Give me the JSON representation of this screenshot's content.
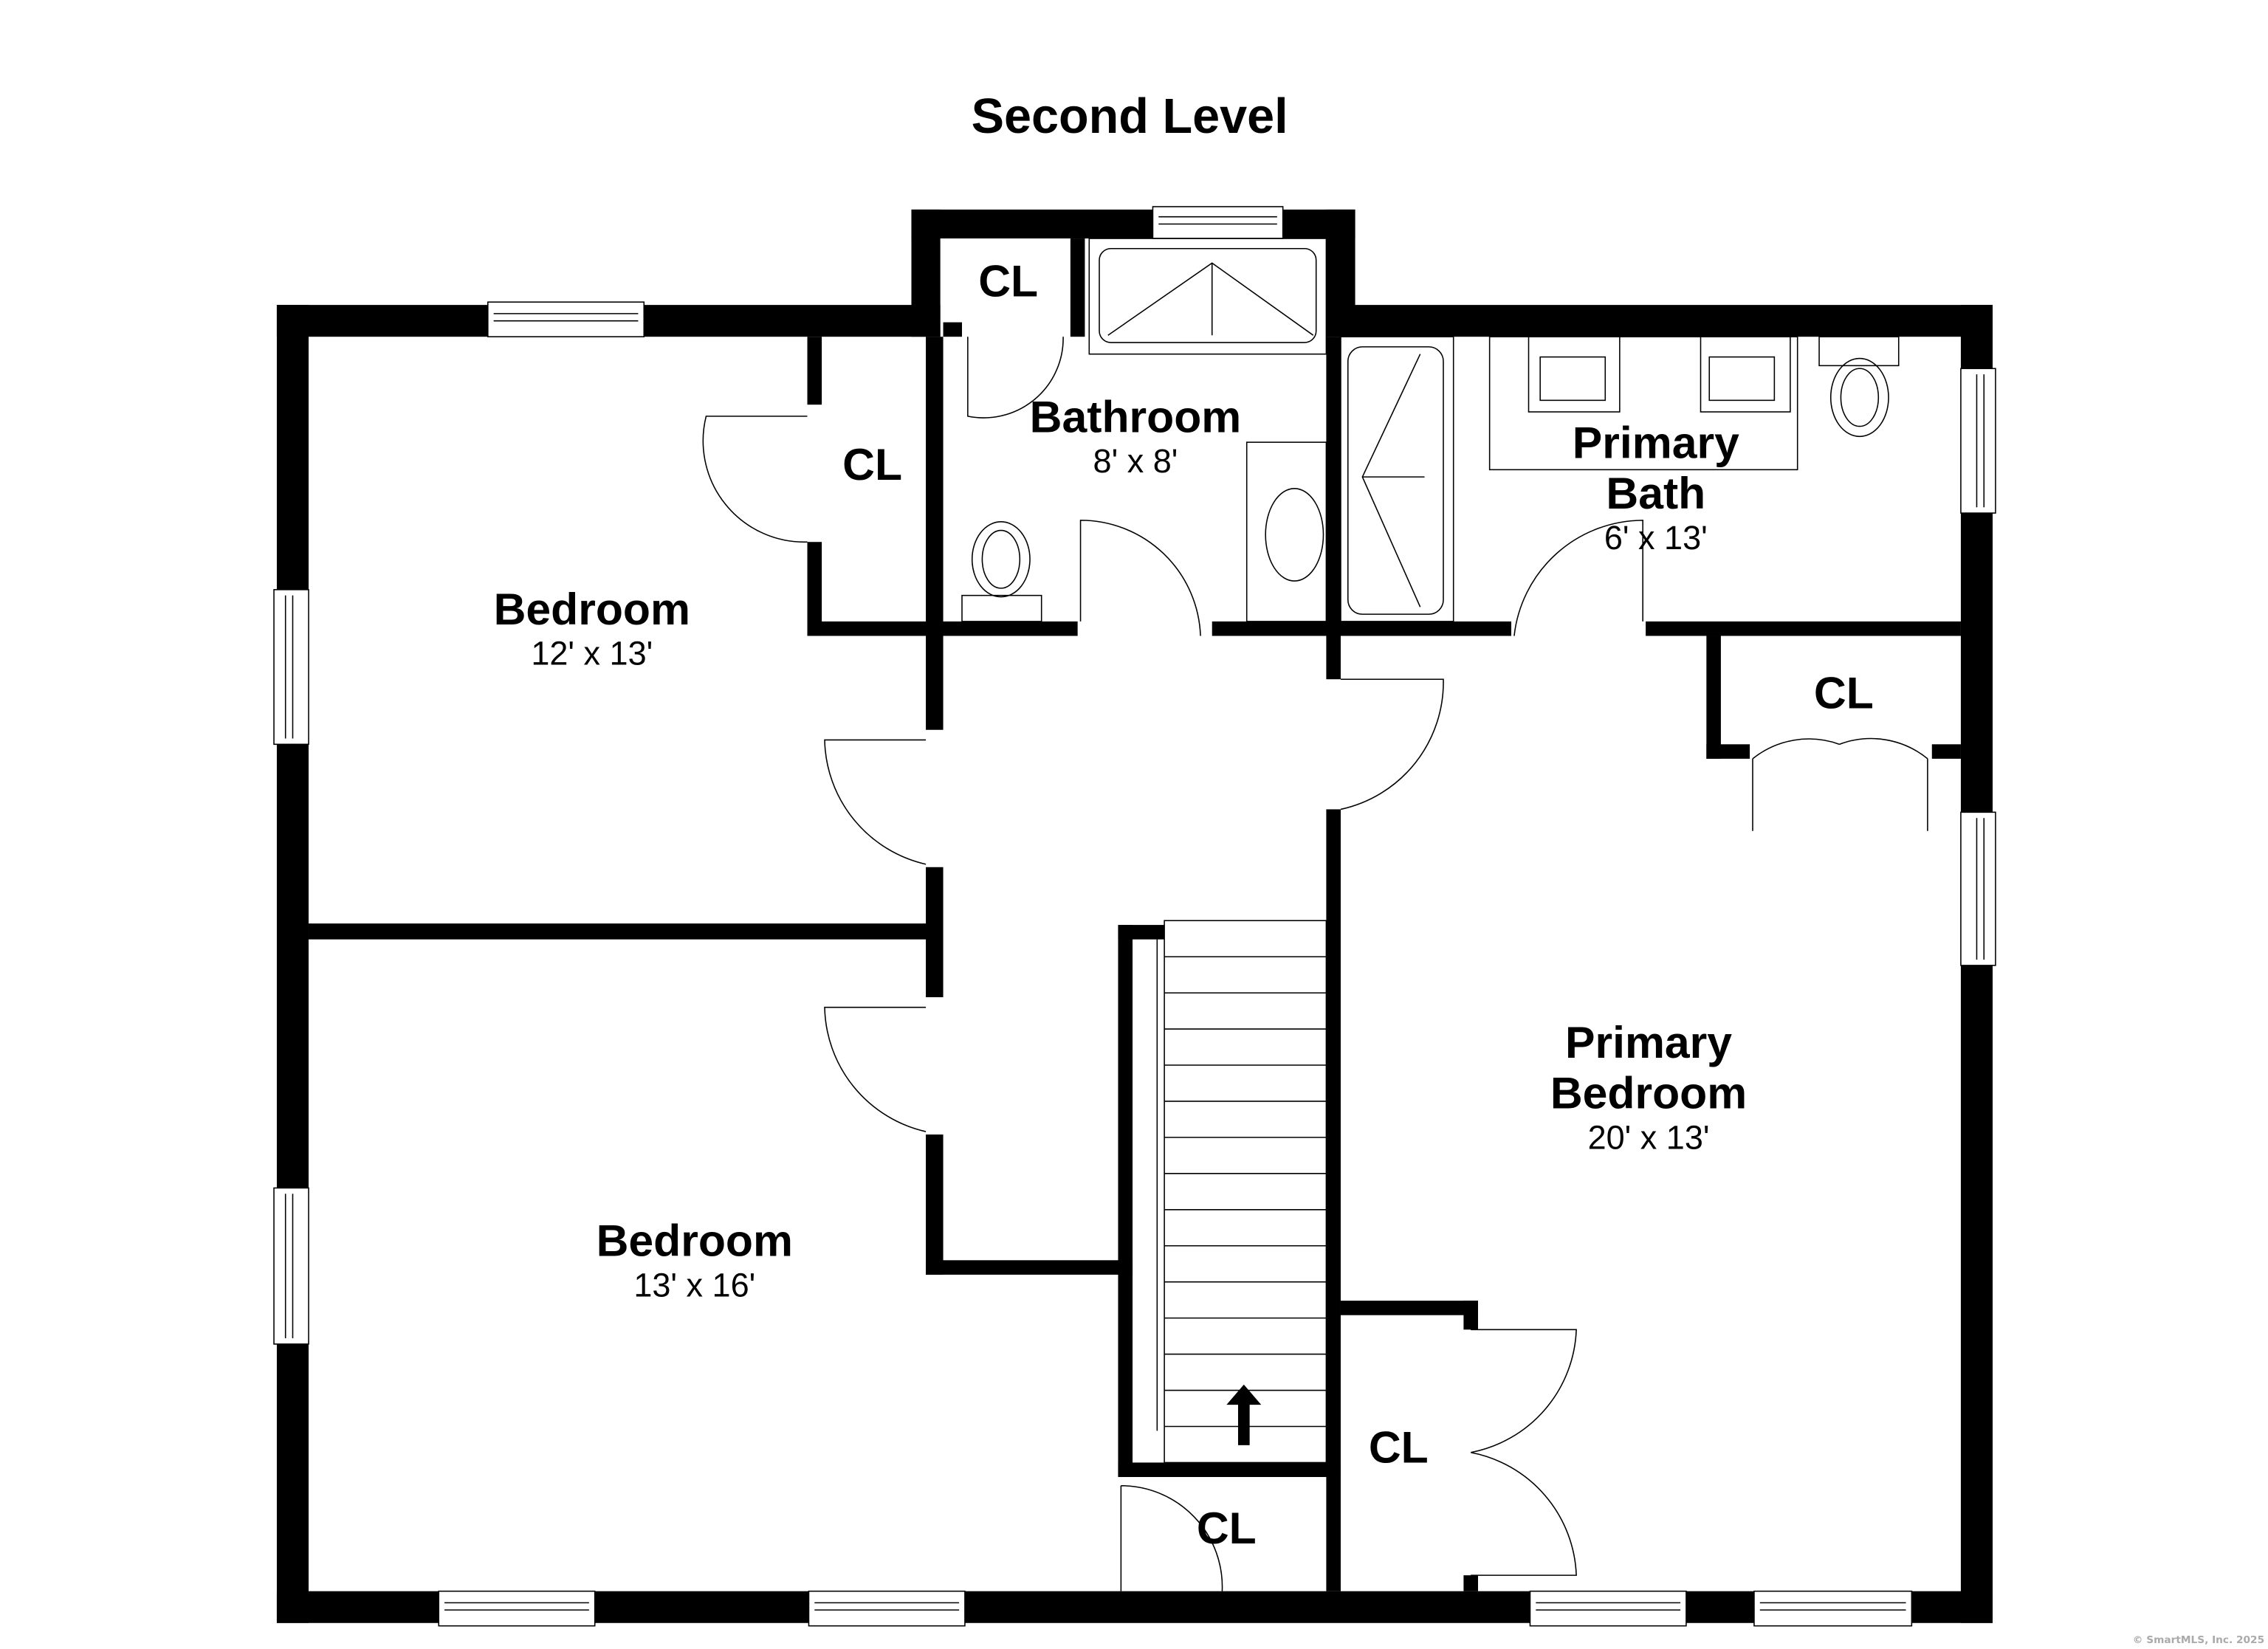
{
  "title": "Second Level",
  "rooms": {
    "bedroom_1": {
      "name": "Bedroom",
      "dims": "12' x 13'"
    },
    "bedroom_2": {
      "name": "Bedroom",
      "dims": "13' x 16'"
    },
    "bathroom": {
      "name": "Bathroom",
      "dims": "8' x 8'"
    },
    "primary_bath": {
      "name_line1": "Primary",
      "name_line2": "Bath",
      "dims": "6' x 13'"
    },
    "primary_bedroom": {
      "name_line1": "Primary",
      "name_line2": "Bedroom",
      "dims": "20' x 13'"
    },
    "closet_label": "CL"
  },
  "copyright": "© SmartMLS, Inc.  2025"
}
